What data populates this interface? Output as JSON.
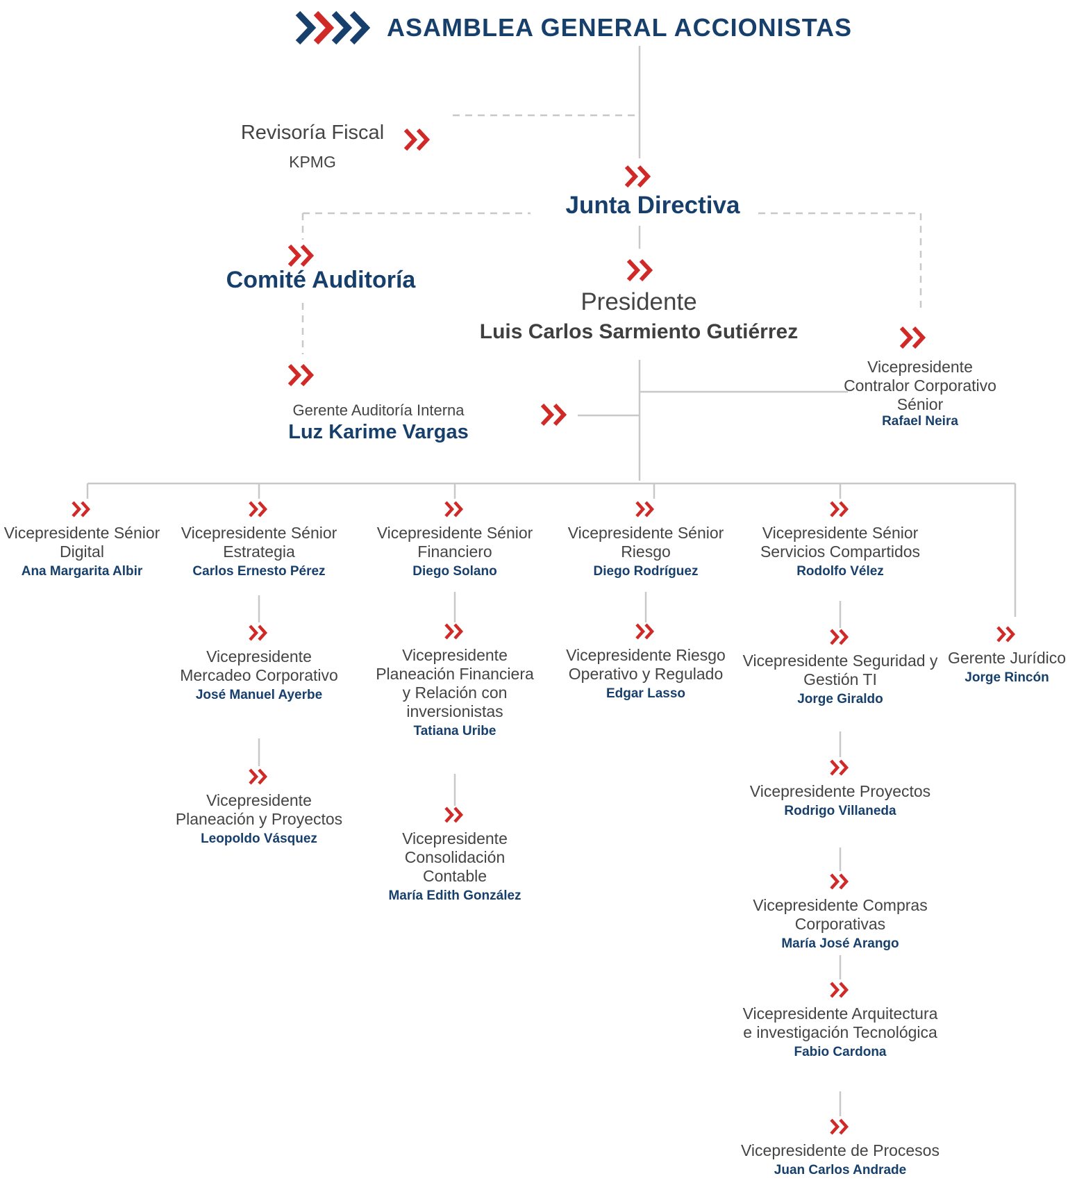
{
  "title": "ASAMBLEA GENERAL ACCIONISTAS",
  "colors": {
    "navy": "#173f6b",
    "red": "#cf2a27",
    "line": "#c8c8c8",
    "text": "#444444"
  },
  "icons": {
    "chevron": "double-chevron-icon",
    "logo": "four-chevron-logo-icon"
  },
  "revisoria": {
    "role": "Revisoría Fiscal",
    "name": "KPMG"
  },
  "junta": {
    "label": "Junta Directiva"
  },
  "comite": {
    "label": "Comité Auditoría"
  },
  "presidente": {
    "role": "Presidente",
    "name": "Luis Carlos Sarmiento Gutiérrez"
  },
  "contralor": {
    "role": "Vicepresidente Contralor Corporativo Sénior",
    "name": "Rafael Neira"
  },
  "auditoria": {
    "role": "Gerente Auditoría Interna",
    "name": "Luz Karime Vargas"
  },
  "columns": [
    {
      "nodes": [
        {
          "role": "Vicepresidente Sénior Digital",
          "name": "Ana Margarita Albir"
        }
      ]
    },
    {
      "nodes": [
        {
          "role": "Vicepresidente Sénior Estrategia",
          "name": "Carlos Ernesto Pérez"
        },
        {
          "role": "Vicepresidente Mercadeo Corporativo",
          "name": "José Manuel Ayerbe"
        },
        {
          "role": "Vicepresidente Planeación y Proyectos",
          "name": "Leopoldo Vásquez"
        }
      ]
    },
    {
      "nodes": [
        {
          "role": "Vicepresidente Sénior Financiero",
          "name": "Diego Solano"
        },
        {
          "role": "Vicepresidente Planeación Financiera y Relación con inversionistas",
          "name": "Tatiana Uribe"
        },
        {
          "role": "Vicepresidente Consolidación Contable",
          "name": "María Edith González"
        }
      ]
    },
    {
      "nodes": [
        {
          "role": "Vicepresidente Sénior Riesgo",
          "name": "Diego Rodríguez"
        },
        {
          "role": "Vicepresidente Riesgo Operativo y Regulado",
          "name": "Edgar Lasso"
        }
      ]
    },
    {
      "nodes": [
        {
          "role": "Vicepresidente Sénior Servicios Compartidos",
          "name": "Rodolfo Vélez"
        },
        {
          "role": "Vicepresidente Seguridad y Gestión TI",
          "name": "Jorge Giraldo"
        },
        {
          "role": "Vicepresidente Proyectos",
          "name": "Rodrigo Villaneda"
        },
        {
          "role": "Vicepresidente Compras Corporativas",
          "name": "María José Arango"
        },
        {
          "role": "Vicepresidente Arquitectura e investigación Tecnológica",
          "name": "Fabio Cardona"
        },
        {
          "role": "Vicepresidente de Procesos",
          "name": "Juan Carlos Andrade"
        }
      ]
    },
    {
      "nodes": [
        {
          "role": "Gerente Jurídico",
          "name": "Jorge Rincón"
        }
      ]
    }
  ]
}
